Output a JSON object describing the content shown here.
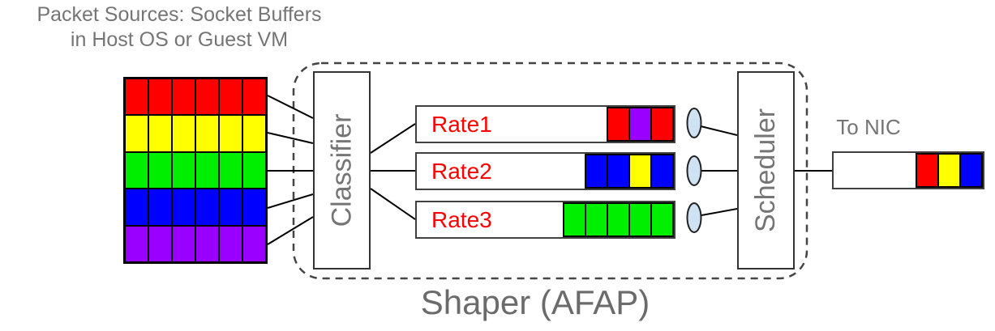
{
  "title": {
    "line1": "Packet Sources: Socket Buffers",
    "line2": "in Host OS or Guest VM"
  },
  "source_buffer": {
    "columns": 6,
    "rows": [
      {
        "name": "red",
        "color": "#ff0000"
      },
      {
        "name": "yellow",
        "color": "#ffff00"
      },
      {
        "name": "green",
        "color": "#00ee00"
      },
      {
        "name": "blue",
        "color": "#0000fe"
      },
      {
        "name": "purple",
        "color": "#9900ff"
      }
    ]
  },
  "shaper": {
    "label": "Shaper (AFAP)",
    "classifier_label": "Classifier",
    "scheduler_label": "Scheduler",
    "queue_label_color": "#ff0000",
    "valve_color": "#cfe2f3",
    "queues": [
      {
        "label": "Rate1",
        "cells": [
          "#ff0000",
          "#9900ff",
          "#ff0000"
        ]
      },
      {
        "label": "Rate2",
        "cells": [
          "#0000fe",
          "#0000fe",
          "#ffff00",
          "#0000fe"
        ]
      },
      {
        "label": "Rate3",
        "cells": [
          "#00ee00",
          "#00ee00",
          "#00ee00",
          "#00ee00",
          "#00ee00"
        ]
      }
    ]
  },
  "output": {
    "label": "To NIC",
    "cells": [
      "#ff0000",
      "#ffff00",
      "#0000fe"
    ]
  },
  "colors": {
    "text_gray": "#757575",
    "line": "#000000",
    "dashed_border": "#444444"
  }
}
